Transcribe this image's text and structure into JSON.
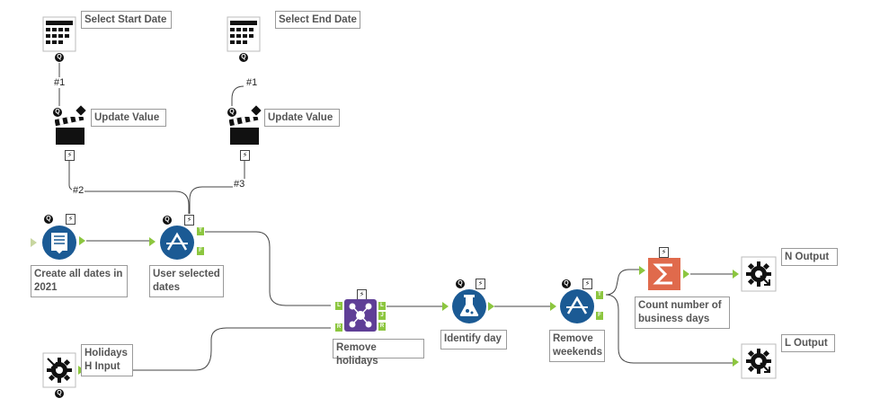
{
  "canvas": {
    "tools": {
      "select_start_date": {
        "label": "Select Start Date",
        "icon": "calendar-icon"
      },
      "select_end_date": {
        "label": "Select End Date",
        "icon": "calendar-icon"
      },
      "update_value_1": {
        "label": "Update Value",
        "icon": "clapperboard-icon"
      },
      "update_value_2": {
        "label": "Update Value",
        "icon": "clapperboard-icon"
      },
      "create_dates": {
        "label": "Create all dates in 2021",
        "icon": "generate-rows-icon"
      },
      "user_selected": {
        "label": "User selected dates",
        "icon": "filter-icon"
      },
      "remove_holidays": {
        "label": "Remove holidays",
        "icon": "join-icon"
      },
      "identify_day": {
        "label": "Identify day",
        "icon": "formula-icon"
      },
      "remove_weekends": {
        "label": "Remove weekends",
        "icon": "filter-icon"
      },
      "count_business_days": {
        "label": "Count number of business days",
        "icon": "summarize-icon"
      },
      "n_output": {
        "label": "N Output",
        "icon": "macro-output-icon"
      },
      "l_output": {
        "label": "L Output",
        "icon": "macro-output-icon"
      },
      "holidays_input": {
        "label": "Holidays H Input",
        "icon": "macro-input-icon"
      }
    },
    "connection_labels": {
      "c1": "#1",
      "c2": "#1",
      "c3": "#2",
      "c4": "#3"
    },
    "anchors": {
      "T": "T",
      "F": "F",
      "L": "L",
      "J": "J",
      "R": "R"
    },
    "badges": {
      "q": "Q",
      "bolt": "⚡"
    },
    "colors": {
      "tool_blue": "#1b5a94",
      "join_purple": "#5f3f96",
      "summarize_orange": "#e06a4c",
      "anchor_green": "#8cc63f"
    }
  }
}
